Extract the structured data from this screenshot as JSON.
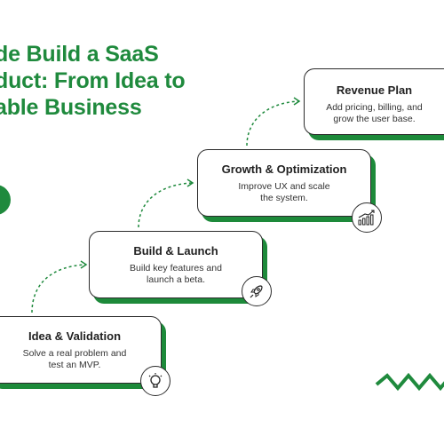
{
  "title": {
    "line1": "de Build a SaaS",
    "line2": "duct: From Idea to",
    "line3": "able Business"
  },
  "steps": [
    {
      "title": "Idea & Validation",
      "line1": "Solve a real problem and",
      "line2": "test an MVP.",
      "icon": "lightbulb-icon"
    },
    {
      "title": "Build & Launch",
      "line1": "Build key features and",
      "line2": "launch a beta.",
      "icon": "rocket-icon"
    },
    {
      "title": "Growth & Optimization",
      "line1": "Improve UX and scale",
      "line2": "the system.",
      "icon": "growth-chart-icon"
    },
    {
      "title": "Revenue Plan",
      "line1": "Add pricing, billing, and",
      "line2": "grow the user base.",
      "icon": "revenue-icon"
    }
  ],
  "colors": {
    "accent": "#1f8a3d",
    "border": "#2b2b2b"
  }
}
